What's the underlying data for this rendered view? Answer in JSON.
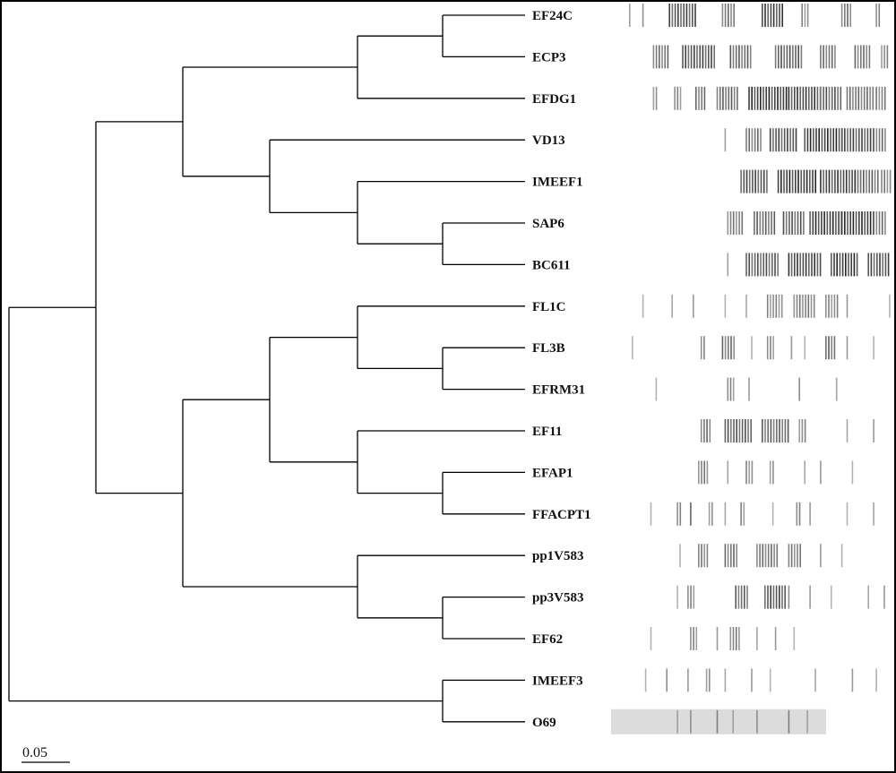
{
  "tree": {
    "scale_label": "0.05",
    "taxa": [
      {
        "name": "EF24C",
        "bands": [
          [
            0.0,
            1,
            0.5
          ],
          [
            0.05,
            1,
            0.5
          ],
          [
            0.15,
            10,
            0.75
          ],
          [
            0.35,
            5,
            0.6
          ],
          [
            0.5,
            8,
            0.8
          ],
          [
            0.65,
            3,
            0.5
          ],
          [
            0.8,
            4,
            0.6
          ],
          [
            0.93,
            2,
            0.5
          ]
        ]
      },
      {
        "name": "ECP3",
        "bands": [
          [
            0.09,
            6,
            0.6
          ],
          [
            0.2,
            12,
            0.75
          ],
          [
            0.38,
            8,
            0.65
          ],
          [
            0.55,
            10,
            0.7
          ],
          [
            0.72,
            6,
            0.6
          ],
          [
            0.85,
            6,
            0.6
          ],
          [
            0.95,
            3,
            0.5
          ]
        ]
      },
      {
        "name": "EFDG1",
        "bands": [
          [
            0.09,
            2,
            0.5
          ],
          [
            0.17,
            3,
            0.5
          ],
          [
            0.25,
            4,
            0.6
          ],
          [
            0.33,
            8,
            0.65
          ],
          [
            0.45,
            14,
            0.85
          ],
          [
            0.6,
            12,
            0.8
          ],
          [
            0.72,
            8,
            0.7
          ],
          [
            0.82,
            10,
            0.6
          ],
          [
            0.93,
            4,
            0.55
          ]
        ]
      },
      {
        "name": "VD13",
        "bands": [
          [
            0.36,
            1,
            0.5
          ],
          [
            0.44,
            6,
            0.6
          ],
          [
            0.53,
            10,
            0.75
          ],
          [
            0.66,
            14,
            0.85
          ],
          [
            0.8,
            12,
            0.75
          ],
          [
            0.92,
            5,
            0.6
          ]
        ]
      },
      {
        "name": "IMEEF1",
        "bands": [
          [
            0.42,
            10,
            0.75
          ],
          [
            0.56,
            14,
            0.85
          ],
          [
            0.72,
            14,
            0.8
          ],
          [
            0.86,
            8,
            0.65
          ],
          [
            0.95,
            4,
            0.55
          ]
        ]
      },
      {
        "name": "SAP6",
        "bands": [
          [
            0.37,
            6,
            0.55
          ],
          [
            0.47,
            8,
            0.65
          ],
          [
            0.58,
            8,
            0.7
          ],
          [
            0.68,
            12,
            0.85
          ],
          [
            0.8,
            12,
            0.85
          ],
          [
            0.92,
            5,
            0.6
          ]
        ]
      },
      {
        "name": "BC611",
        "bands": [
          [
            0.37,
            1,
            0.5
          ],
          [
            0.44,
            12,
            0.7
          ],
          [
            0.6,
            12,
            0.8
          ],
          [
            0.76,
            10,
            0.85
          ],
          [
            0.9,
            8,
            0.75
          ]
        ]
      },
      {
        "name": "FL1C",
        "bands": [
          [
            0.05,
            1,
            0.4
          ],
          [
            0.16,
            1,
            0.4
          ],
          [
            0.24,
            1,
            0.4
          ],
          [
            0.36,
            1,
            0.4
          ],
          [
            0.44,
            1,
            0.4
          ],
          [
            0.52,
            6,
            0.5
          ],
          [
            0.62,
            8,
            0.55
          ],
          [
            0.74,
            5,
            0.5
          ],
          [
            0.82,
            1,
            0.4
          ],
          [
            0.98,
            1,
            0.4
          ]
        ]
      },
      {
        "name": "FL3B",
        "bands": [
          [
            0.01,
            1,
            0.4
          ],
          [
            0.27,
            2,
            0.5
          ],
          [
            0.35,
            5,
            0.6
          ],
          [
            0.46,
            1,
            0.4
          ],
          [
            0.52,
            3,
            0.5
          ],
          [
            0.61,
            1,
            0.4
          ],
          [
            0.66,
            1,
            0.4
          ],
          [
            0.74,
            4,
            0.65
          ],
          [
            0.82,
            1,
            0.4
          ],
          [
            0.92,
            1,
            0.4
          ]
        ]
      },
      {
        "name": "EFRM31",
        "bands": [
          [
            0.1,
            1,
            0.4
          ],
          [
            0.37,
            3,
            0.5
          ],
          [
            0.45,
            1,
            0.4
          ],
          [
            0.64,
            1,
            0.6
          ],
          [
            0.78,
            1,
            0.4
          ]
        ]
      },
      {
        "name": "EF11",
        "bands": [
          [
            0.27,
            4,
            0.6
          ],
          [
            0.36,
            10,
            0.7
          ],
          [
            0.5,
            10,
            0.65
          ],
          [
            0.64,
            3,
            0.5
          ],
          [
            0.82,
            1,
            0.4
          ],
          [
            0.92,
            1,
            0.4
          ]
        ]
      },
      {
        "name": "EFAP1",
        "bands": [
          [
            0.26,
            4,
            0.55
          ],
          [
            0.37,
            1,
            0.4
          ],
          [
            0.44,
            3,
            0.5
          ],
          [
            0.53,
            2,
            0.5
          ],
          [
            0.66,
            1,
            0.4
          ],
          [
            0.72,
            1,
            0.4
          ],
          [
            0.84,
            1,
            0.4
          ]
        ]
      },
      {
        "name": "FFACPT1",
        "bands": [
          [
            0.08,
            1,
            0.4
          ],
          [
            0.18,
            2,
            0.5
          ],
          [
            0.23,
            1,
            0.6
          ],
          [
            0.3,
            2,
            0.5
          ],
          [
            0.36,
            1,
            0.4
          ],
          [
            0.42,
            2,
            0.5
          ],
          [
            0.54,
            1,
            0.4
          ],
          [
            0.63,
            2,
            0.5
          ],
          [
            0.68,
            1,
            0.4
          ],
          [
            0.82,
            1,
            0.4
          ],
          [
            0.92,
            1,
            0.4
          ]
        ]
      },
      {
        "name": "pp1V583",
        "bands": [
          [
            0.19,
            1,
            0.4
          ],
          [
            0.26,
            4,
            0.55
          ],
          [
            0.36,
            5,
            0.6
          ],
          [
            0.48,
            8,
            0.6
          ],
          [
            0.6,
            5,
            0.55
          ],
          [
            0.72,
            1,
            0.4
          ],
          [
            0.8,
            1,
            0.4
          ]
        ]
      },
      {
        "name": "pp3V583",
        "bands": [
          [
            0.18,
            1,
            0.4
          ],
          [
            0.22,
            3,
            0.5
          ],
          [
            0.4,
            5,
            0.65
          ],
          [
            0.51,
            8,
            0.75
          ],
          [
            0.6,
            1,
            0.5
          ],
          [
            0.68,
            1,
            0.4
          ],
          [
            0.76,
            1,
            0.4
          ],
          [
            0.9,
            1,
            0.4
          ],
          [
            0.96,
            1,
            0.4
          ]
        ]
      },
      {
        "name": "EF62",
        "bands": [
          [
            0.08,
            1,
            0.4
          ],
          [
            0.23,
            3,
            0.5
          ],
          [
            0.33,
            1,
            0.4
          ],
          [
            0.38,
            4,
            0.55
          ],
          [
            0.48,
            1,
            0.4
          ],
          [
            0.55,
            1,
            0.4
          ],
          [
            0.62,
            1,
            0.4
          ]
        ]
      },
      {
        "name": "IMEEF3",
        "bands": [
          [
            0.06,
            1,
            0.4
          ],
          [
            0.14,
            1,
            0.5
          ],
          [
            0.22,
            1,
            0.4
          ],
          [
            0.29,
            2,
            0.5
          ],
          [
            0.36,
            1,
            0.4
          ],
          [
            0.46,
            1,
            0.4
          ],
          [
            0.53,
            1,
            0.4
          ],
          [
            0.7,
            1,
            0.4
          ],
          [
            0.84,
            1,
            0.4
          ],
          [
            0.93,
            1,
            0.4
          ]
        ]
      },
      {
        "name": "O69",
        "bands": [
          [
            0.18,
            1,
            0.5
          ],
          [
            0.23,
            1,
            0.5
          ],
          [
            0.33,
            1,
            0.5
          ],
          [
            0.39,
            1,
            0.5
          ],
          [
            0.48,
            1,
            0.5
          ],
          [
            0.6,
            1,
            0.5
          ],
          [
            0.67,
            1,
            0.5
          ]
        ]
      }
    ]
  }
}
